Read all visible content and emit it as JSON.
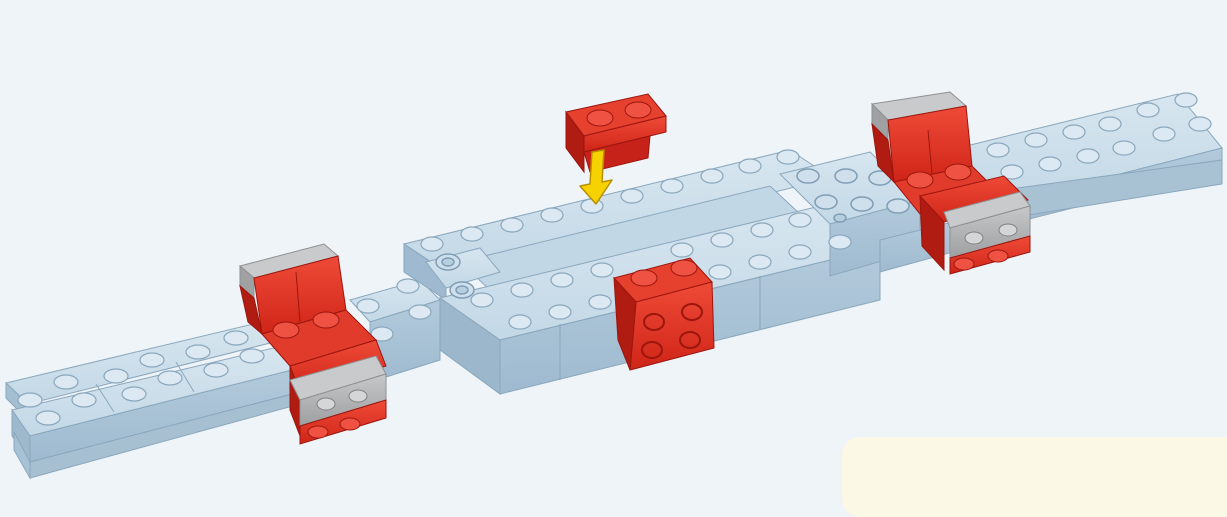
{
  "scene": {
    "kind": "lego-building-instruction-step",
    "background": "#eef4f7",
    "colors": {
      "light_blue": "#b6cfe0",
      "light_blue_top": "#cfe0ec",
      "light_blue_shade": "#93b0c6",
      "red": "#d8281c",
      "red_light": "#ef4d3c",
      "red_dark": "#9c160e",
      "grey": "#a6a8aa",
      "grey_light": "#c9cacb",
      "arrow_yellow": "#f6d200",
      "arrow_outline": "#b98f00",
      "callout": "#fbf8e6"
    },
    "parts": [
      "left-end-plate-assembly",
      "left-red-bracket",
      "left-grey-tile-plate",
      "central-light-blue-frame",
      "center-red-bracket-2x2",
      "falling-red-bracket-1x2",
      "right-red-bracket",
      "right-grey-tile-plate",
      "right-end-plate-assembly"
    ],
    "arrow": {
      "direction": "down",
      "target": "center-top-rail-stud"
    }
  }
}
